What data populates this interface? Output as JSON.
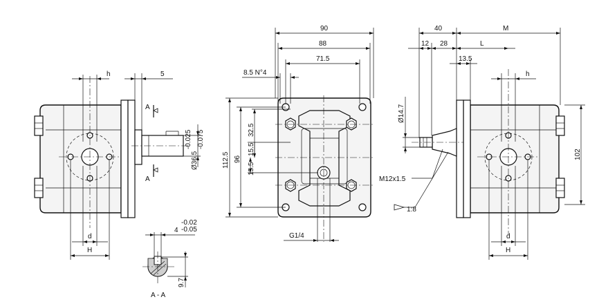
{
  "left_view": {
    "h": "h",
    "five": "5",
    "a_top": "A",
    "a_bottom": "A",
    "shaft_dia": "Ø36.5",
    "tol_upper": "-0.025",
    "tol_lower": "-0.075",
    "d": "d",
    "H": "H"
  },
  "section_view": {
    "keyway_width": "4",
    "tol_upper": "-0.02",
    "tol_lower": "-0.05",
    "height": "9.7",
    "title": "A - A"
  },
  "front_view": {
    "w90": "90",
    "w88": "88",
    "w715": "71.5",
    "holes": "8.5 N°4",
    "h1125": "112.5",
    "h96": "96",
    "h325": "32.5",
    "h155a": "15.5",
    "h155b": "15.5",
    "port": "G1/4"
  },
  "right_view": {
    "w40": "40",
    "M": "M",
    "w12": "12",
    "w28": "28",
    "L": "L",
    "w135": "13.5",
    "h": "h",
    "dia147": "Ø14.7",
    "thread": "M12x1.5",
    "taper": "1:8",
    "h102": "102",
    "d": "d",
    "H": "H"
  }
}
